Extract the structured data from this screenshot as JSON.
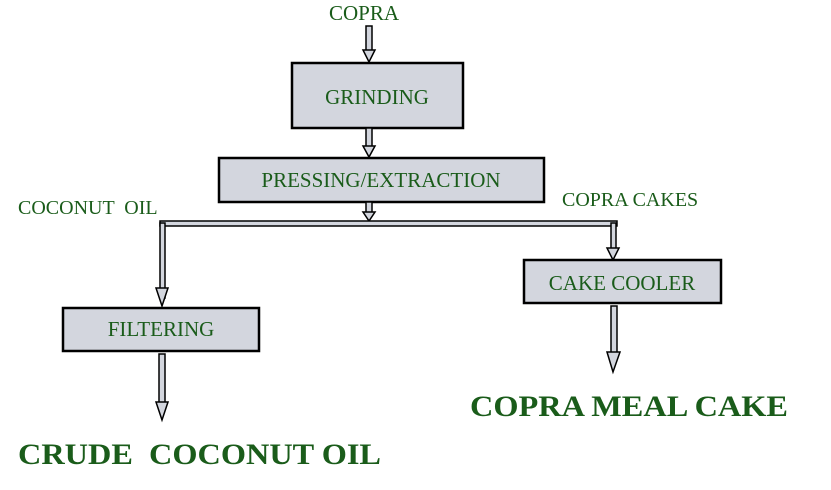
{
  "diagram": {
    "input_label": "COPRA",
    "steps": {
      "grinding": "GRINDING",
      "pressing": "PRESSING/EXTRACTION",
      "filtering": "FILTERING",
      "cake_cooler": "CAKE COOLER"
    },
    "branch_labels": {
      "oil": "COCONUT  OIL",
      "cakes": "COPRA CAKES"
    },
    "outputs": {
      "oil": "CRUDE  COCONUT OIL",
      "cake": "COPRA MEAL CAKE"
    },
    "colors": {
      "text": "#1a5c1a",
      "box_fill": "#d3d6de",
      "stroke": "#000000"
    }
  }
}
